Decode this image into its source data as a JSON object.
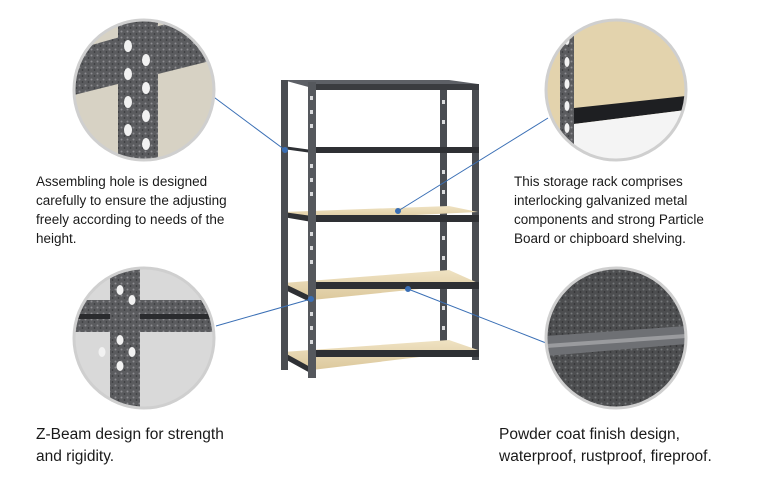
{
  "features": [
    {
      "id": "assembling-hole",
      "text": "Assembling hole is designed\ncarefully to ensure the adjusting\nfreely according to needs of the\nheight."
    },
    {
      "id": "storage-rack",
      "text": "This  storage rack comprises\ninterlocking galvanized metal\ncomponents and strong Particle\nBoard or chipboard shelving."
    },
    {
      "id": "z-beam",
      "text": "Z-Beam design for strength\nand rigidity."
    },
    {
      "id": "powder-coat",
      "text": "Powder coat finish design,\nwaterproof, rustproof, fireproof."
    }
  ],
  "colors": {
    "leader_line": "#3a6fb5",
    "frame": "#3f4246",
    "board": "#e6d6b0",
    "circle_border": "#cfcfcf"
  }
}
